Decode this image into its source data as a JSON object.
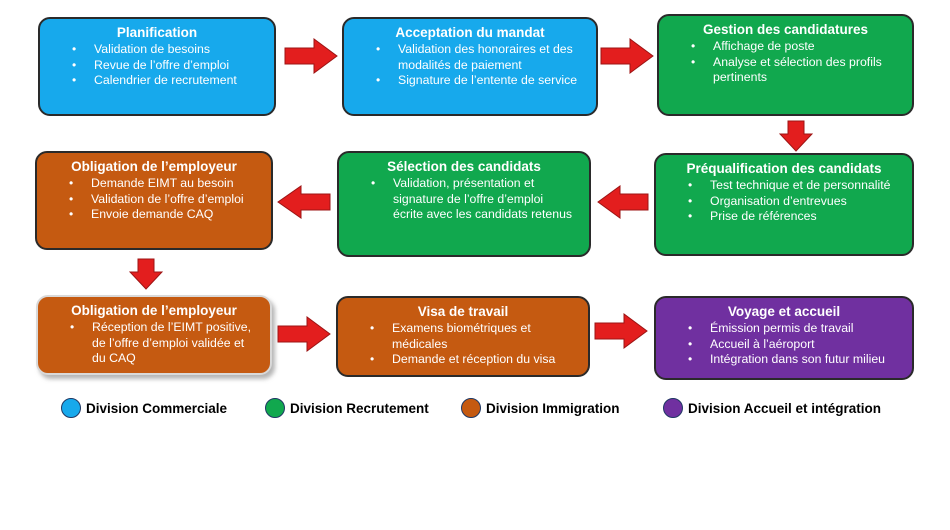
{
  "steps": [
    {
      "title": "Planification",
      "items": [
        "Validation de besoins",
        "Revue de l’offre d’emploi",
        "Calendrier de recrutement"
      ]
    },
    {
      "title": "Acceptation du mandat",
      "items": [
        "Validation des honoraires et des modalités de paiement",
        "Signature de l’entente de service"
      ]
    },
    {
      "title": "Gestion des candidatures",
      "items": [
        "Affichage de poste",
        "Analyse et sélection des profils pertinents"
      ]
    },
    {
      "title": "Préqualification des candidats",
      "items": [
        "Test technique et de personnalité",
        "Organisation d’entrevues",
        "Prise de références"
      ]
    },
    {
      "title": "Sélection des candidats",
      "items": [
        "Validation, présentation et signature de l’offre d’emploi écrite avec les candidats retenus"
      ]
    },
    {
      "title": "Obligation de l’employeur",
      "items": [
        "Demande EIMT au besoin",
        "Validation de l’offre d’emploi",
        "Envoie demande CAQ"
      ]
    },
    {
      "title": "Obligation de l’employeur",
      "items": [
        "Réception de l’EIMT positive, de l’offre d’emploi validée et du CAQ"
      ]
    },
    {
      "title": "Visa de travail",
      "items": [
        "Examens biométriques et médicales",
        "Demande et réception du visa"
      ]
    },
    {
      "title": "Voyage et accueil",
      "items": [
        "Émission permis de travail",
        "Accueil à l’aéroport",
        "Intégration dans son futur milieu"
      ]
    }
  ],
  "legend": [
    {
      "label": "Division Commerciale",
      "color": "#17a9ec"
    },
    {
      "label": "Division Recrutement",
      "color": "#11a84e"
    },
    {
      "label": "Division Immigration",
      "color": "#c55a11"
    },
    {
      "label": "Division Accueil et intégration",
      "color": "#7030a0"
    }
  ],
  "colors": {
    "arrow": "#e31e1e",
    "arrow_outline": "#9c1414"
  }
}
